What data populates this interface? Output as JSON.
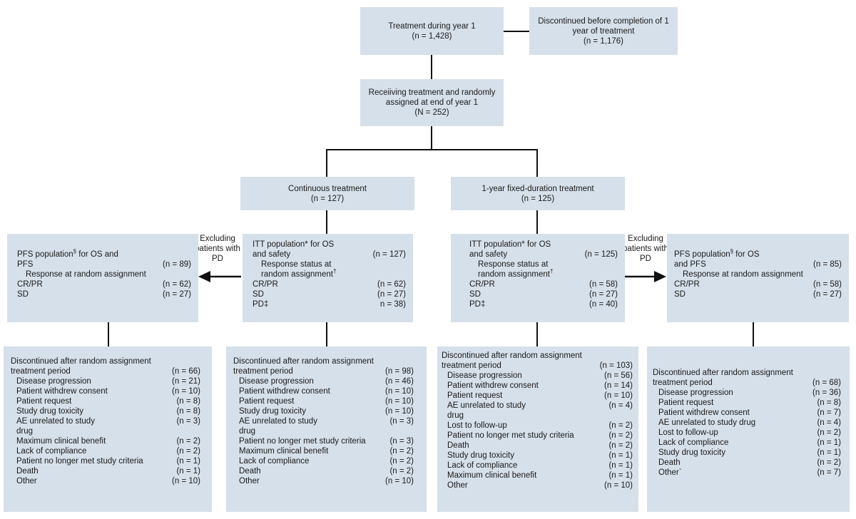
{
  "top": {
    "treatment": {
      "title": "Treatment during year 1",
      "n": "(n = 1,428)"
    },
    "discontinued": {
      "title": "Discontinued before completion of 1 year of treatment",
      "n": "(n = 1,176)"
    }
  },
  "randomized": {
    "title": "Receiiving treatment and randomly assigned at end of year 1",
    "n": "(N = 252)"
  },
  "arms": {
    "continuous": {
      "title": "Continuous treatment",
      "n": "(n = 127)"
    },
    "fixed": {
      "title": "1-year fixed-duration treatment",
      "n": "(n = 125)"
    }
  },
  "excluding_label": "Excluding patients with PD",
  "pfs_left": {
    "title": "PFS population",
    "title_mark": "§",
    "title_rest": " for OS and PFS",
    "n": "(n = 89)",
    "response_header": "Response at random assignment",
    "rows": [
      {
        "label": "CR/PR",
        "value": "(n = 62)"
      },
      {
        "label": "SD",
        "value": "(n = 27)"
      }
    ]
  },
  "itt_left": {
    "title": "ITT population* for OS and safety",
    "n": "(n = 127)",
    "response_header": "Response status at random assignment",
    "response_mark": "†",
    "rows": [
      {
        "label": "CR/PR",
        "value": "(n = 62)"
      },
      {
        "label": "SD",
        "value": "(n = 27)"
      },
      {
        "label": "PD‡",
        "value": "n = 38)"
      }
    ]
  },
  "itt_right": {
    "title": "ITT population* for OS and safety",
    "n": "(n = 125)",
    "response_header": "Response status at random assignment",
    "response_mark": "†",
    "rows": [
      {
        "label": "CR/PR",
        "value": "(n = 58)"
      },
      {
        "label": "SD",
        "value": "(n = 27)"
      },
      {
        "label": "PD‡",
        "value": "(n = 40)"
      }
    ]
  },
  "pfs_right": {
    "title": "PFS population",
    "title_mark": "§",
    "title_rest": " for OS and PFS",
    "n": "(n = 85)",
    "response_header": "Response at  random assignment",
    "rows": [
      {
        "label": "CR/PR",
        "value": "(n = 58)"
      },
      {
        "label": "SD",
        "value": "(n = 27)"
      }
    ]
  },
  "disc_header": "Discontinued after random assignment treatment period",
  "disc1": {
    "total": "(n = 66)",
    "rows": [
      {
        "label": "Disease progression",
        "value": "(n = 21)"
      },
      {
        "label": "Patient withdrew consent",
        "value": "(n = 10)"
      },
      {
        "label": "Patient request",
        "value": "(n = 8)"
      },
      {
        "label": "Study drug toxicity",
        "value": "(n = 8)"
      },
      {
        "label": "AE unrelated to study drug",
        "value": "(n = 3)"
      },
      {
        "label": "Maximum clinical benefit",
        "value": "(n = 2)"
      },
      {
        "label": "Lack of compliance",
        "value": "(n = 2)"
      },
      {
        "label": "Patient no longer met study criteria",
        "value": "(n = 1)"
      },
      {
        "label": "Death",
        "value": "(n = 1)"
      },
      {
        "label": "Other",
        "value": "(n = 10)"
      }
    ]
  },
  "disc2": {
    "total": "(n = 98)",
    "rows": [
      {
        "label": "Disease progression",
        "value": "(n = 46)"
      },
      {
        "label": "Patient withdrew consent",
        "value": "(n = 10)"
      },
      {
        "label": "Patient request",
        "value": "(n = 10)"
      },
      {
        "label": "Study drug toxicity",
        "value": "(n = 10)"
      },
      {
        "label": "AE unrelated to study drug",
        "value": "(n = 3)"
      },
      {
        "label": "Patient no longer met study criteria",
        "value": "(n = 3)"
      },
      {
        "label": "Maximum clinical benefit",
        "value": "(n = 2)"
      },
      {
        "label": "Lack of compliance",
        "value": "(n = 2)"
      },
      {
        "label": "Death",
        "value": "(n = 2)"
      },
      {
        "label": "Other",
        "value": "(n = 10)"
      }
    ]
  },
  "disc3": {
    "total": "(n = 103)",
    "rows": [
      {
        "label": "Disease progression",
        "value": "(n = 56)"
      },
      {
        "label": "Patient withdrew consent",
        "value": "(n = 14)"
      },
      {
        "label": "Patient request",
        "value": "(n = 10)"
      },
      {
        "label": "AE unrelated to study drug",
        "value": "(n = 4)"
      },
      {
        "label": "Lost to follow-up",
        "value": "(n = 2)"
      },
      {
        "label": "Patient no longer met study criteria",
        "value": "(n = 2)"
      },
      {
        "label": "Death",
        "value": "(n = 2)"
      },
      {
        "label": "Study drug toxicity",
        "value": "(n = 1)"
      },
      {
        "label": "Lack of compliance",
        "value": "(n = 1)"
      },
      {
        "label": "Maximum clinical benefit",
        "value": "(n = 1)"
      },
      {
        "label": "Other",
        "value": "(n = 10)"
      }
    ]
  },
  "disc4": {
    "total": "(n = 68)",
    "rows": [
      {
        "label": "Disease progression",
        "value": "(n = 36)"
      },
      {
        "label": "Patient request",
        "value": "(n = 8)"
      },
      {
        "label": "Patient withdrew consent",
        "value": "(n = 7)"
      },
      {
        "label": "AE unrelated to study drug",
        "value": "(n = 4)"
      },
      {
        "label": "Lost to follow-up",
        "value": "(n = 2)"
      },
      {
        "label": "Lack of compliance",
        "value": "(n = 1)"
      },
      {
        "label": "Study drug toxicity",
        "value": "(n = 1)"
      },
      {
        "label": "Death",
        "value": "(n = 2)"
      },
      {
        "label": "Other`",
        "value": "(n = 7)"
      }
    ]
  }
}
